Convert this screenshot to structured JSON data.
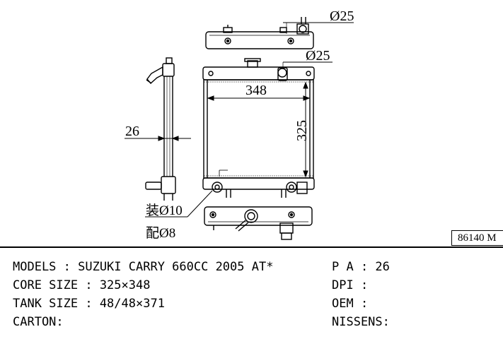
{
  "drawing": {
    "labels": {
      "inlet_dia_top": "Ø25",
      "inlet_dia_mid": "Ø25",
      "core_width": "348",
      "core_height": "325",
      "side_thickness": "26",
      "fitting_install": "装Ø10",
      "fitting_match": "配Ø8"
    },
    "part_number": "86140 M"
  },
  "specs": {
    "models": "MODELS : SUZUKI CARRY 660CC 2005 AT*",
    "core_size": "CORE SIZE : 325×348",
    "tank_size": "TANK SIZE : 48/48×371",
    "carton": "CARTON:",
    "pa": "P A : 26",
    "dpi": "DPI :",
    "oem": "OEM :",
    "nissens": "NISSENS:"
  }
}
